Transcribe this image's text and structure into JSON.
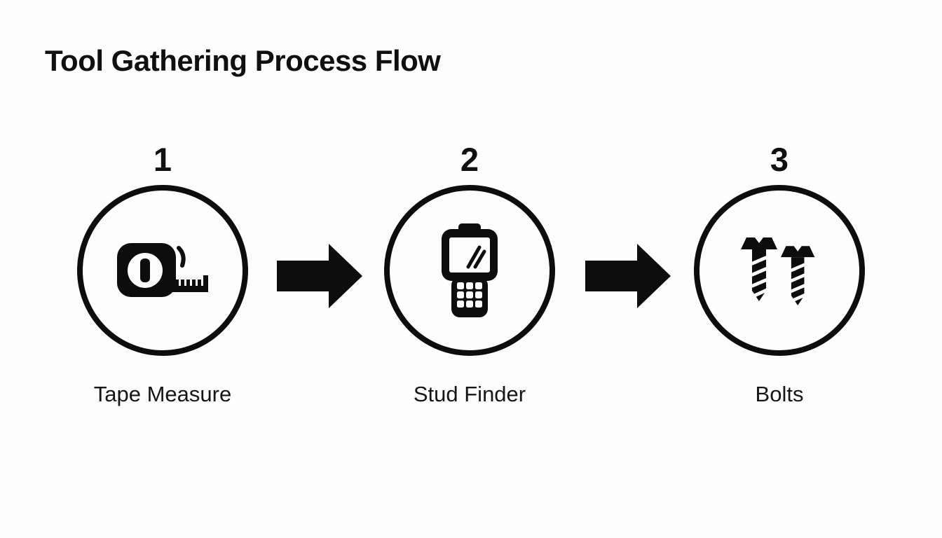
{
  "title": "Tool Gathering Process Flow",
  "steps": [
    {
      "number": "1",
      "label": "Tape Measure",
      "icon": "tape-measure-icon"
    },
    {
      "number": "2",
      "label": "Stud Finder",
      "icon": "stud-finder-icon"
    },
    {
      "number": "3",
      "label": "Bolts",
      "icon": "bolts-icon"
    }
  ],
  "connectors": [
    {
      "icon": "arrow-right-icon"
    },
    {
      "icon": "arrow-right-icon"
    }
  ],
  "colors": {
    "ink": "#0d0d0d",
    "background": "#fdfdfd"
  }
}
